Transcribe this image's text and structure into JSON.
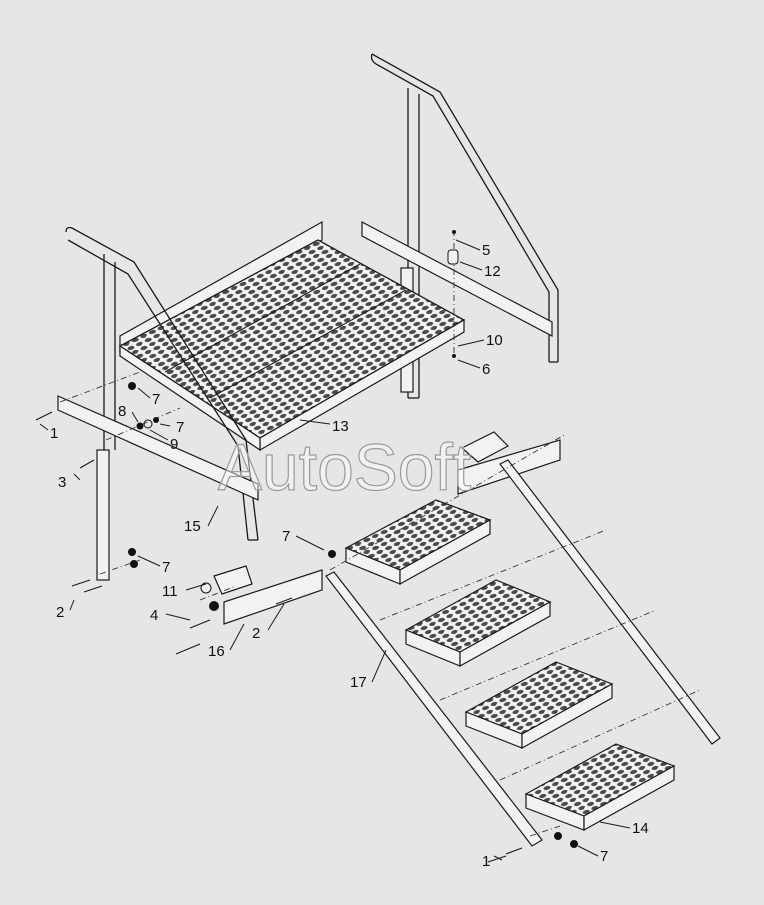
{
  "watermark": "AutoSoft",
  "callouts": [
    {
      "id": "c5",
      "text": "5"
    },
    {
      "id": "c12",
      "text": "12"
    },
    {
      "id": "c10",
      "text": "10"
    },
    {
      "id": "c6",
      "text": "6"
    },
    {
      "id": "c7a",
      "text": "7"
    },
    {
      "id": "c8",
      "text": "8"
    },
    {
      "id": "c7b",
      "text": "7"
    },
    {
      "id": "c9",
      "text": "9"
    },
    {
      "id": "c1a",
      "text": "1"
    },
    {
      "id": "c13",
      "text": "13"
    },
    {
      "id": "c3",
      "text": "3"
    },
    {
      "id": "c15",
      "text": "15"
    },
    {
      "id": "c7c",
      "text": "7"
    },
    {
      "id": "c7d",
      "text": "7"
    },
    {
      "id": "c2a",
      "text": "2"
    },
    {
      "id": "c11",
      "text": "11"
    },
    {
      "id": "c4",
      "text": "4"
    },
    {
      "id": "c2b",
      "text": "2"
    },
    {
      "id": "c16",
      "text": "16"
    },
    {
      "id": "c17",
      "text": "17"
    },
    {
      "id": "c14",
      "text": "14"
    },
    {
      "id": "c1b",
      "text": "1"
    },
    {
      "id": "c7e",
      "text": "7"
    }
  ]
}
